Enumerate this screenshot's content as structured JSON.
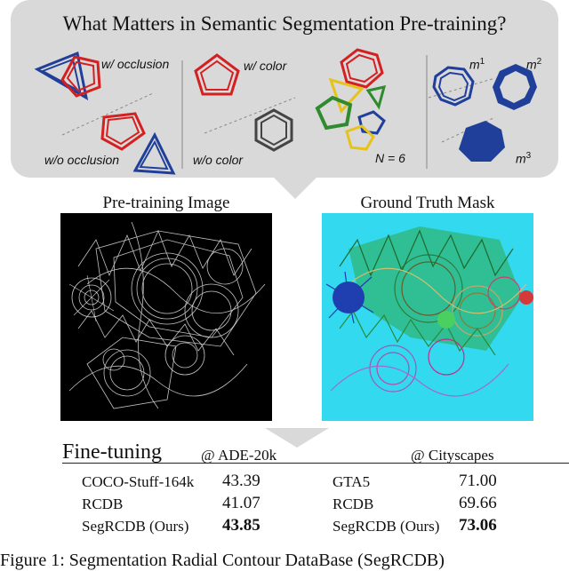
{
  "figure": {
    "title": "What Matters in Semantic Segmentation Pre-training?",
    "factors": {
      "occlusion_with": "w/ occlusion",
      "occlusion_without": "w/o occlusion",
      "color_with": "w/ color",
      "color_without": "w/o color",
      "n_label": "N = 6",
      "m1": "m",
      "m1_sup": "1",
      "m2": "m",
      "m2_sup": "2",
      "m3": "m",
      "m3_sup": "3"
    },
    "pretraining_image_title": "Pre-training Image",
    "ground_truth_title": "Ground Truth Mask",
    "colors": {
      "bubble": "#d9d9d9",
      "red": "#d42020",
      "blue": "#1f3f9a",
      "green": "#2e8b2e",
      "yellow": "#e6c21a",
      "gt_background": "#33d9ee"
    }
  },
  "fine_tuning": {
    "title": "Fine-tuning",
    "left_header": "@ ADE-20k",
    "right_header": "@ Cityscapes",
    "left_rows": [
      {
        "name": "COCO-Stuff-164k",
        "value": "43.39"
      },
      {
        "name": "RCDB",
        "value": "41.07"
      },
      {
        "name": "SegRCDB (Ours)",
        "value": "43.85"
      }
    ],
    "right_rows": [
      {
        "name": "GTA5",
        "value": "71.00"
      },
      {
        "name": "RCDB",
        "value": "69.66"
      },
      {
        "name": "SegRCDB (Ours)",
        "value": "73.06"
      }
    ]
  },
  "caption": "Figure 1: Segmentation Radial Contour DataBase (SegRCDB)"
}
